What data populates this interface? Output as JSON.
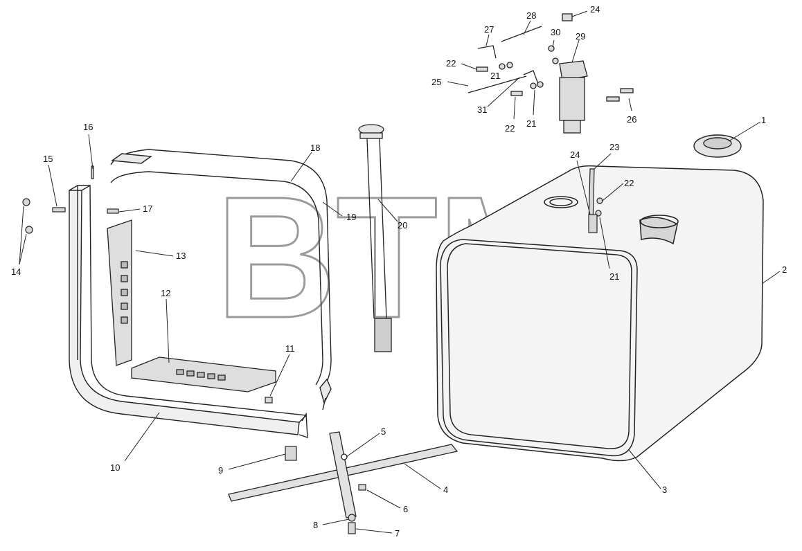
{
  "watermark": {
    "text": "BTM",
    "mark": "®"
  },
  "callouts": [
    {
      "id": "c1",
      "label": "1"
    },
    {
      "id": "c2",
      "label": "2"
    },
    {
      "id": "c3",
      "label": "3"
    },
    {
      "id": "c4",
      "label": "4"
    },
    {
      "id": "c5",
      "label": "5"
    },
    {
      "id": "c6",
      "label": "6"
    },
    {
      "id": "c7",
      "label": "7"
    },
    {
      "id": "c8",
      "label": "8"
    },
    {
      "id": "c9",
      "label": "9"
    },
    {
      "id": "c10",
      "label": "10"
    },
    {
      "id": "c11",
      "label": "11"
    },
    {
      "id": "c12",
      "label": "12"
    },
    {
      "id": "c13",
      "label": "13"
    },
    {
      "id": "c14",
      "label": "14"
    },
    {
      "id": "c15",
      "label": "15"
    },
    {
      "id": "c16",
      "label": "16"
    },
    {
      "id": "c17",
      "label": "17"
    },
    {
      "id": "c18",
      "label": "18"
    },
    {
      "id": "c19",
      "label": "19"
    },
    {
      "id": "c20",
      "label": "20"
    },
    {
      "id": "c21a",
      "label": "21"
    },
    {
      "id": "c21b",
      "label": "21"
    },
    {
      "id": "c21c",
      "label": "21"
    },
    {
      "id": "c22a",
      "label": "22"
    },
    {
      "id": "c22b",
      "label": "22"
    },
    {
      "id": "c22c",
      "label": "22"
    },
    {
      "id": "c23",
      "label": "23"
    },
    {
      "id": "c24a",
      "label": "24"
    },
    {
      "id": "c24b",
      "label": "24"
    },
    {
      "id": "c25",
      "label": "25"
    },
    {
      "id": "c26",
      "label": "26"
    },
    {
      "id": "c27",
      "label": "27"
    },
    {
      "id": "c28",
      "label": "28"
    },
    {
      "id": "c29",
      "label": "29"
    },
    {
      "id": "c30",
      "label": "30"
    },
    {
      "id": "c31",
      "label": "31"
    }
  ]
}
